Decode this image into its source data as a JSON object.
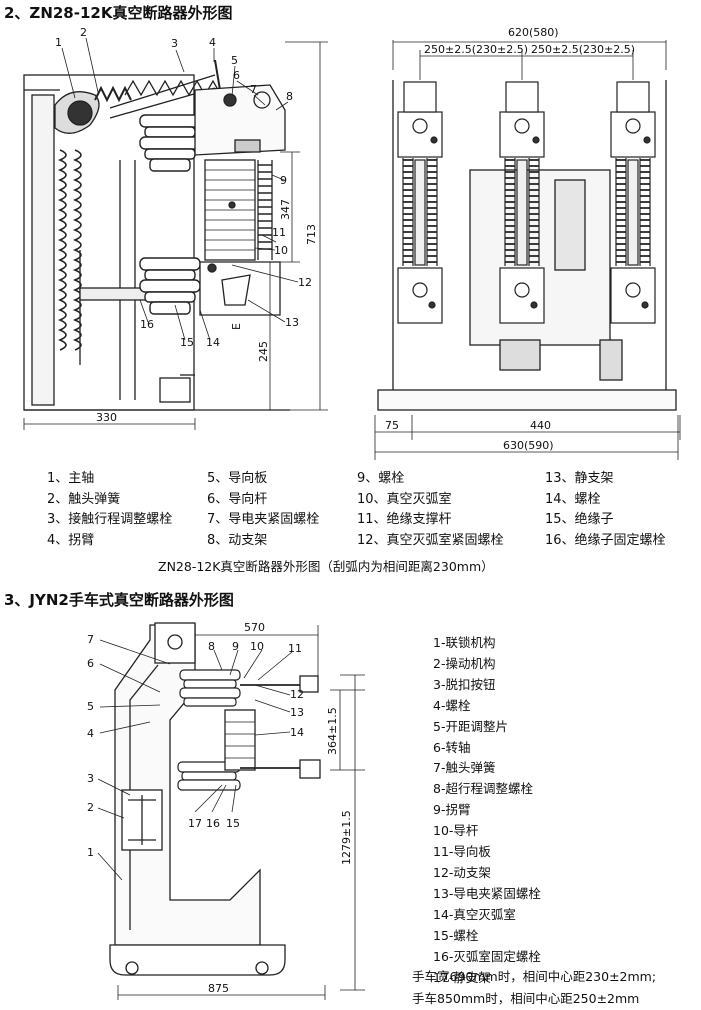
{
  "section1": {
    "title": "2、ZN28-12K真空断路器外形图",
    "side_callouts": [
      "1",
      "2",
      "3",
      "4",
      "5",
      "6",
      "7",
      "8",
      "9",
      "10",
      "11",
      "12",
      "13",
      "14",
      "15",
      "16"
    ],
    "dims": {
      "d713": "713",
      "d347": "347",
      "d245": "245",
      "d330": "330",
      "d620": "620(580)",
      "d250a": "250±2.5(230±2.5)",
      "d250b": "250±2.5(230±2.5)",
      "d440": "440",
      "d75": "75",
      "d630": "630(590)",
      "glyph": "E"
    },
    "legend": [
      [
        "1、主轴",
        "5、导向板",
        "9、螺栓",
        "13、静支架"
      ],
      [
        "2、触头弹簧",
        "6、导向杆",
        "10、真空灭弧室",
        "14、螺栓"
      ],
      [
        "3、接触行程调整螺栓",
        "7、导电夹紧固螺栓",
        "11、绝缘支撑杆",
        "15、绝缘子"
      ],
      [
        "4、拐臂",
        "8、动支架",
        "12、真空灭弧室紧固螺栓",
        "16、绝缘子固定螺栓"
      ]
    ],
    "caption": "ZN28-12K真空断路器外形图（刮弧内为相间距离230mm）"
  },
  "section2": {
    "title": "3、JYN2手车式真空断路器外形图",
    "callouts": [
      "1",
      "2",
      "3",
      "4",
      "5",
      "6",
      "7",
      "8",
      "9",
      "10",
      "11",
      "12",
      "13",
      "14",
      "15",
      "16",
      "17"
    ],
    "dims": {
      "d570": "570",
      "d364": "364±1.5",
      "d1279": "1279±1.5",
      "d875": "875"
    },
    "legend": [
      "1-联锁机构",
      "2-操动机构",
      "3-脱扣按钮",
      "4-螺栓",
      "5-开距调整片",
      "6-转轴",
      "7-触头弹簧",
      "8-超行程调整螺栓",
      "9-拐臂",
      "10-导杆",
      "11-导向板",
      "12-动支架",
      "13-导电夹紧固螺栓",
      "14-真空灭弧室",
      "15-螺栓",
      "16-灭弧室固定螺栓",
      "17-静支架"
    ],
    "notes": [
      "手车宽690mm时，相间中心距230±2mm;",
      "手车850mm时，相间中心距250±2mm"
    ]
  }
}
